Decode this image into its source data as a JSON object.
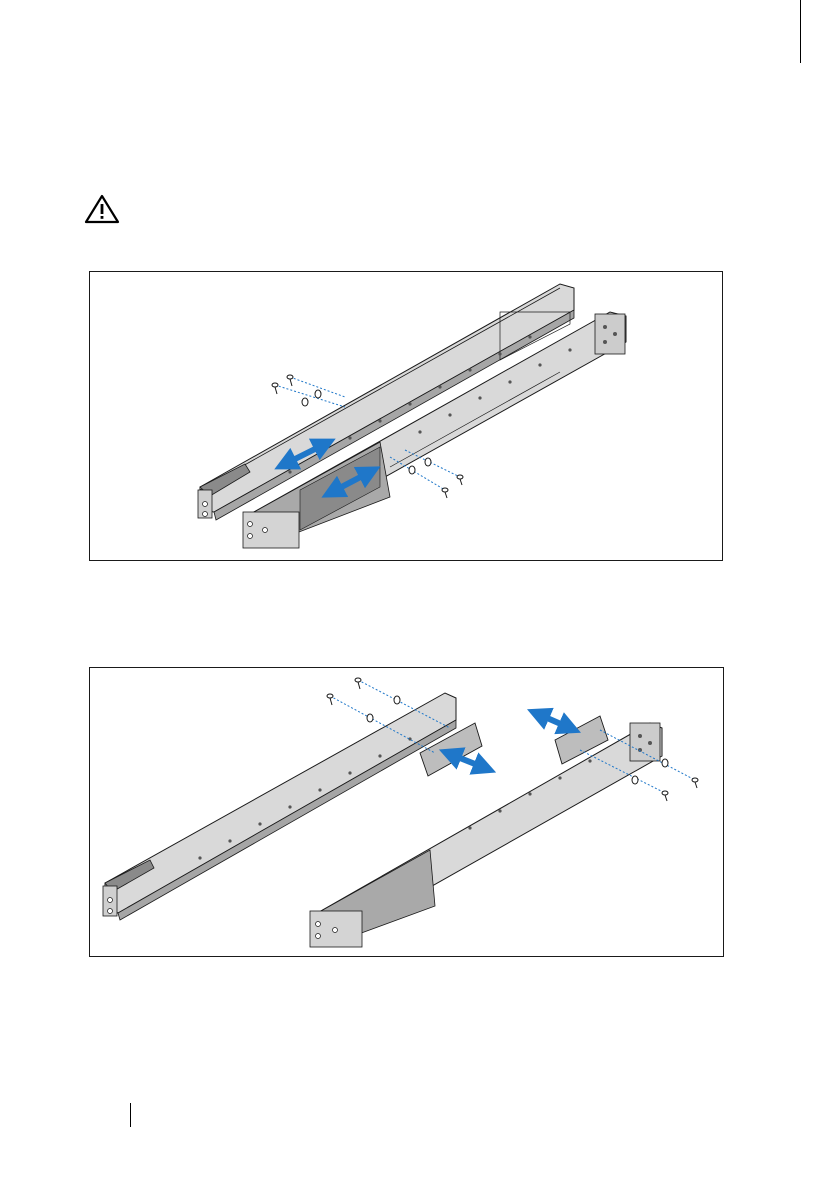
{
  "page": {
    "has_top_margin_rule": true,
    "has_footer_rule": true
  },
  "caution": {
    "icon": "warning-triangle-icon"
  },
  "figures": [
    {
      "id": "figure-1",
      "icon": "rail-adjustment-illustration"
    },
    {
      "id": "figure-2",
      "icon": "rail-bracket-removal-illustration"
    }
  ],
  "colors": {
    "arrow": "#1f77c9",
    "rail_fill": "#c8c8c8",
    "rail_dark": "#8a8a8a",
    "outline": "#1a1a1a"
  }
}
